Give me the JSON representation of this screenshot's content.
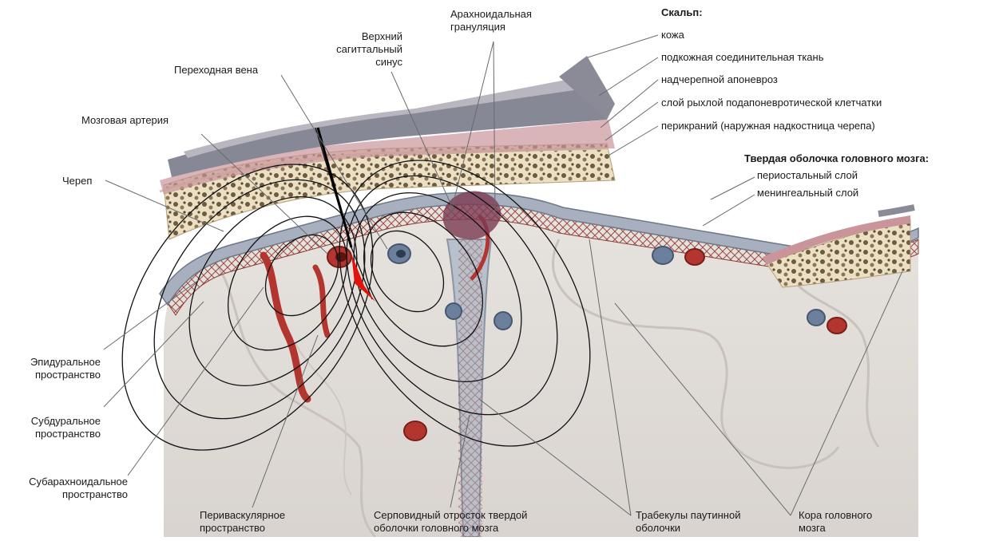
{
  "scalp": {
    "heading": "Скальп:",
    "layers": [
      "кожа",
      "подкожная соединительная ткань",
      "надчерепной апоневроз",
      "слой рыхлой подапоневротической клетчатки",
      "перикраний (наружная надкостница черепа)"
    ]
  },
  "dura": {
    "heading": "Твердая оболочка головного мозга:",
    "layers": [
      "периостальный слой",
      "менингеальный слой"
    ]
  },
  "top_labels": {
    "arachnoid_granulation": [
      "Арахноидальная",
      "грануляция"
    ],
    "superior_sagittal_sinus": [
      "Верхний",
      "сагиттальный",
      "синус"
    ],
    "bridging_vein": "Переходная вена",
    "cerebral_artery": "Мозговая артерия",
    "skull": "Череп"
  },
  "left_labels": {
    "epidural_space": [
      "Эпидуральное",
      "пространство"
    ],
    "subdural_space": [
      "Субдуральное",
      "пространство"
    ],
    "subarachnoid_space": [
      "Субарахноидальное",
      "пространство"
    ]
  },
  "bottom_labels": {
    "perivascular_space": [
      "Периваскулярное",
      "пространство"
    ],
    "falx_cerebri": [
      "Серповидный отросток твердой",
      "оболочки головного мозга"
    ],
    "arachnoid_trabeculae": [
      "Трабекулы паутинной",
      "оболочки"
    ],
    "cerebral_cortex": [
      "Кора головного",
      "мозга"
    ]
  },
  "colors": {
    "scalp_skin": "#7d7f8c",
    "bone": "#e9dfc3",
    "bone_spots": "#6f5b3f",
    "dura": "#a0a7b6",
    "artery": "#b2362f",
    "vein": "#6c7f9c",
    "brain": "#e3dfda",
    "field_lines": "#111111",
    "dipole_arrow": "#e0140c"
  }
}
